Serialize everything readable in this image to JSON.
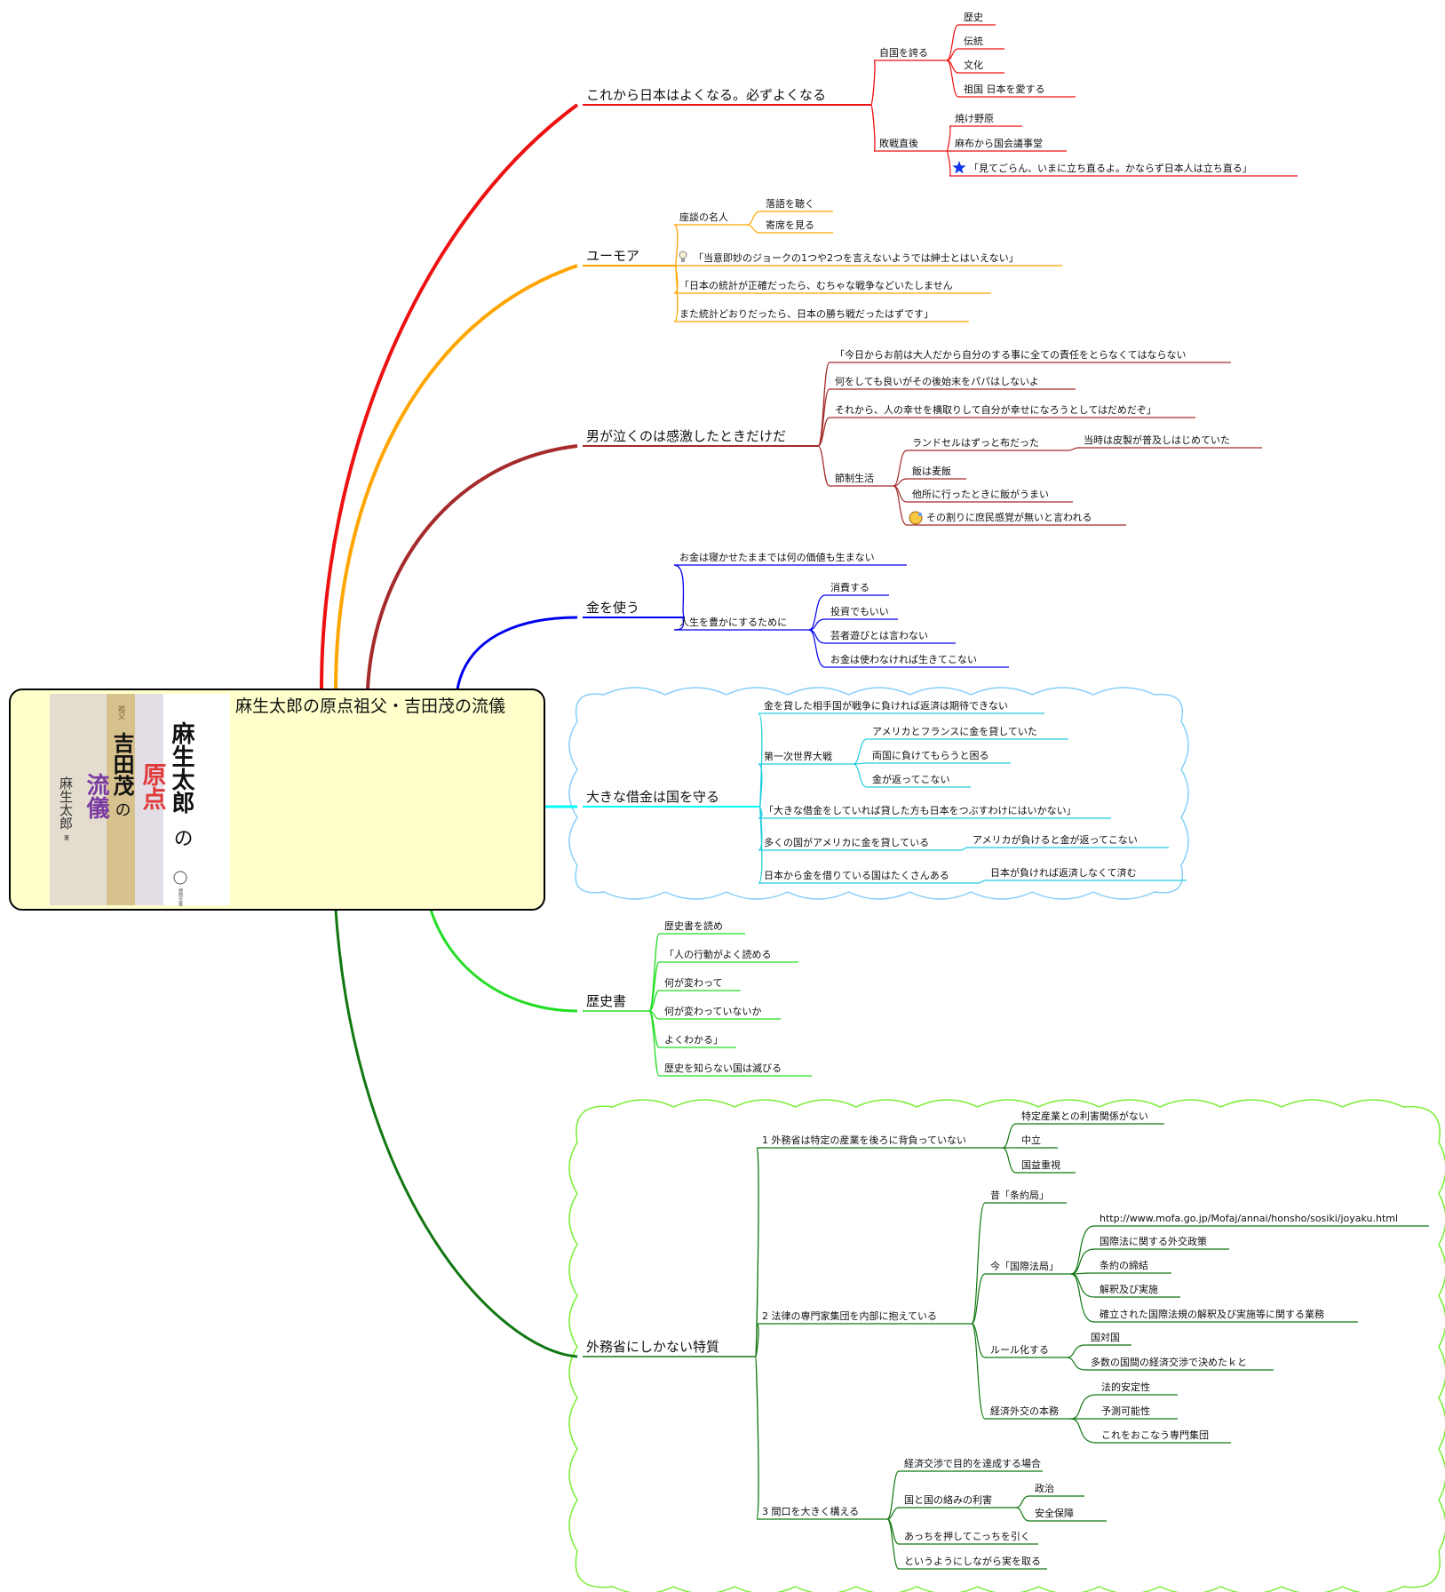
{
  "root": {
    "title": "麻生太郎の原点祖父・吉田茂の流儀",
    "cover_author": "麻生太郎",
    "cover_words": [
      "の",
      "原点"
    ],
    "cover_sub_small": "祖父",
    "cover_sub_words": [
      "吉田茂",
      "の",
      "流儀"
    ],
    "cover_byline": "麻生太郎",
    "cover_byline_suffix": "著",
    "cover_publisher": "徳間文庫"
  },
  "colors": {
    "red": "#ee1111",
    "orange": "#ffa500",
    "brown": "#a52a2a",
    "blue": "#0000ee",
    "cyan": "#00ffff",
    "cyan_line": "#22ccdd",
    "sky_cloud": "#87cefa",
    "green": "#22dd22",
    "dark_green": "#117711",
    "lime_cloud": "#77ee33",
    "root_fill": "#ffffcc"
  },
  "icons": {
    "star": "star-icon",
    "bulb": "lightbulb-icon",
    "face": "sweat-face-icon"
  },
  "branches": [
    {
      "label": "これから日本はよくなる。必ずよくなる",
      "children": [
        {
          "label": "自国を誇る",
          "children": [
            {
              "label": "歴史"
            },
            {
              "label": "伝統"
            },
            {
              "label": "文化"
            },
            {
              "label": "祖国 日本を愛する"
            }
          ]
        },
        {
          "label": "敗戦直後",
          "children": [
            {
              "label": "焼け野原"
            },
            {
              "label": "麻布から国会議事堂"
            },
            {
              "label": "「見てごらん、いまに立ち直るよ。かならず日本人は立ち直る」",
              "icon": "star"
            }
          ]
        }
      ]
    },
    {
      "label": "ユーモア",
      "children": [
        {
          "label": "座談の名人",
          "children": [
            {
              "label": "落語を聴く"
            },
            {
              "label": "寄席を見る"
            }
          ]
        },
        {
          "label": "「当意即妙のジョークの1つや2つを言えないようでは紳士とはいえない」",
          "icon": "bulb"
        },
        {
          "label": "「日本の統計が正確だったら、むちゃな戦争などいたしません"
        },
        {
          "label": "また統計どおりだったら、日本の勝ち戦だったはずです」"
        }
      ]
    },
    {
      "label": "男が泣くのは感激したときだけだ",
      "children": [
        {
          "label": "「今日からお前は大人だから自分のする事に全ての責任をとらなくてはならない"
        },
        {
          "label": "何をしても良いがその後始末をパパはしないよ"
        },
        {
          "label": "それから、人の幸せを横取りして自分が幸せになろうとしてはだめだぞ」"
        },
        {
          "label": "節制生活",
          "children": [
            {
              "label": "ランドセルはずっと布だった",
              "children": [
                {
                  "label": "当時は皮製が普及しはじめていた"
                }
              ]
            },
            {
              "label": "飯は麦飯"
            },
            {
              "label": "他所に行ったときに飯がうまい"
            },
            {
              "label": "その割りに庶民感覚が無いと言われる",
              "icon": "face"
            }
          ]
        }
      ]
    },
    {
      "label": "金を使う",
      "children": [
        {
          "label": "お金は寝かせたままでは何の価値も生まない"
        },
        {
          "label": "人生を豊かにするために",
          "children": [
            {
              "label": "消費する"
            },
            {
              "label": "投資でもいい"
            },
            {
              "label": "芸者遊びとは言わない"
            },
            {
              "label": "お金は使わなければ生きてこない"
            }
          ]
        }
      ]
    },
    {
      "label": "大きな借金は国を守る",
      "children": [
        {
          "label": "金を貸した相手国が戦争に負ければ返済は期待できない"
        },
        {
          "label": "第一次世界大戦",
          "children": [
            {
              "label": "アメリカとフランスに金を貸していた"
            },
            {
              "label": "両国に負けてもらうと困る"
            },
            {
              "label": "金が返ってこない"
            }
          ]
        },
        {
          "label": "「大きな借金をしていれば貸した方も日本をつぶすわけにはいかない」"
        },
        {
          "label": "多くの国がアメリカに金を貸している",
          "children": [
            {
              "label": "アメリカが負けると金が返ってこない"
            }
          ]
        },
        {
          "label": "日本から金を借りている国はたくさんある",
          "children": [
            {
              "label": "日本が負ければ返済しなくて済む"
            }
          ]
        }
      ]
    },
    {
      "label": "歴史書",
      "children": [
        {
          "label": "歴史書を読め"
        },
        {
          "label": "「人の行動がよく読める"
        },
        {
          "label": "何が変わって"
        },
        {
          "label": "何が変わっていないか"
        },
        {
          "label": "よくわかる」"
        },
        {
          "label": "歴史を知らない国は滅びる"
        }
      ]
    },
    {
      "label": "外務省にしかない特質",
      "children": [
        {
          "label": "1 外務省は特定の産業を後ろに背負っていない",
          "children": [
            {
              "label": "特定産業との利害関係がない"
            },
            {
              "label": "中立"
            },
            {
              "label": "国益重視"
            }
          ]
        },
        {
          "label": "2 法律の専門家集団を内部に抱えている",
          "children": [
            {
              "label": "昔「条約局」"
            },
            {
              "label": "今「国際法局」",
              "children": [
                {
                  "label": "http://www.mofa.go.jp/Mofaj/annai/honsho/sosiki/joyaku.html"
                },
                {
                  "label": "国際法に関する外交政策"
                },
                {
                  "label": "条約の締結"
                },
                {
                  "label": "解釈及び実施"
                },
                {
                  "label": "確立された国際法規の解釈及び実施等に関する業務"
                }
              ]
            },
            {
              "label": "ルール化する",
              "children": [
                {
                  "label": "国対国"
                },
                {
                  "label": "多数の国間の経済交渉で決めたｋと"
                }
              ]
            },
            {
              "label": "経済外交の本務",
              "children": [
                {
                  "label": "法的安定性"
                },
                {
                  "label": "予測可能性"
                },
                {
                  "label": "これをおこなう専門集団"
                }
              ]
            }
          ]
        },
        {
          "label": "3 間口を大きく構える",
          "children": [
            {
              "label": "経済交渉で目的を達成する場合"
            },
            {
              "label": "国と国の絡みの利害",
              "children": [
                {
                  "label": "政治"
                },
                {
                  "label": "安全保障"
                }
              ]
            },
            {
              "label": "あっちを押してこっちを引く"
            },
            {
              "label": "というようにしながら実を取る"
            }
          ]
        }
      ]
    }
  ]
}
